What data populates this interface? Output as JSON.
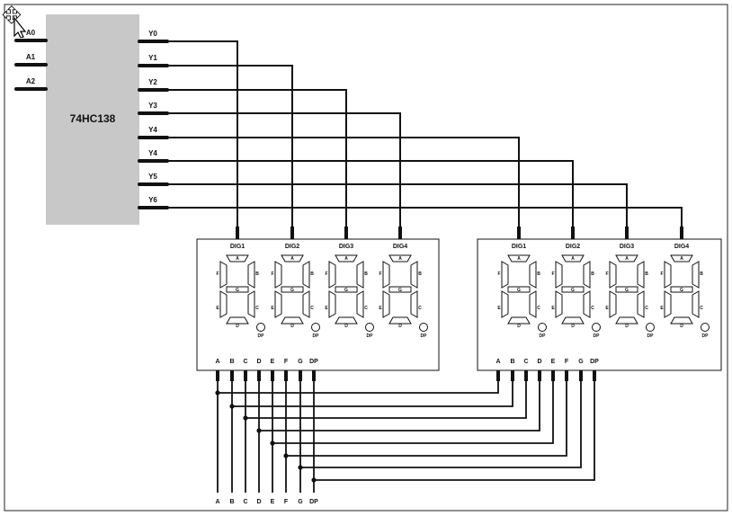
{
  "decoder": {
    "name": "74HC138",
    "inputs": [
      "A0",
      "A1",
      "A2"
    ],
    "outputs": [
      "Y0",
      "Y1",
      "Y2",
      "Y3",
      "Y4",
      "Y4",
      "Y5",
      "Y6"
    ]
  },
  "displays": [
    {
      "digits": [
        "DIG1",
        "DIG2",
        "DIG3",
        "DIG4"
      ],
      "pins": [
        "A",
        "B",
        "C",
        "D",
        "E",
        "F",
        "G",
        "DP"
      ]
    },
    {
      "digits": [
        "DIG1",
        "DIG2",
        "DIG3",
        "DIG4"
      ],
      "pins": [
        "A",
        "B",
        "C",
        "D",
        "E",
        "F",
        "G",
        "DP"
      ]
    }
  ],
  "segment_letters": [
    "A",
    "B",
    "C",
    "D",
    "E",
    "F",
    "G"
  ],
  "dp_label": "DP",
  "bus_labels": [
    "A",
    "B",
    "C",
    "D",
    "E",
    "F",
    "G",
    "DP"
  ],
  "colors": {
    "chip_fill": "#c8c8c8",
    "wire": "#111111",
    "background": "#ffffff"
  }
}
